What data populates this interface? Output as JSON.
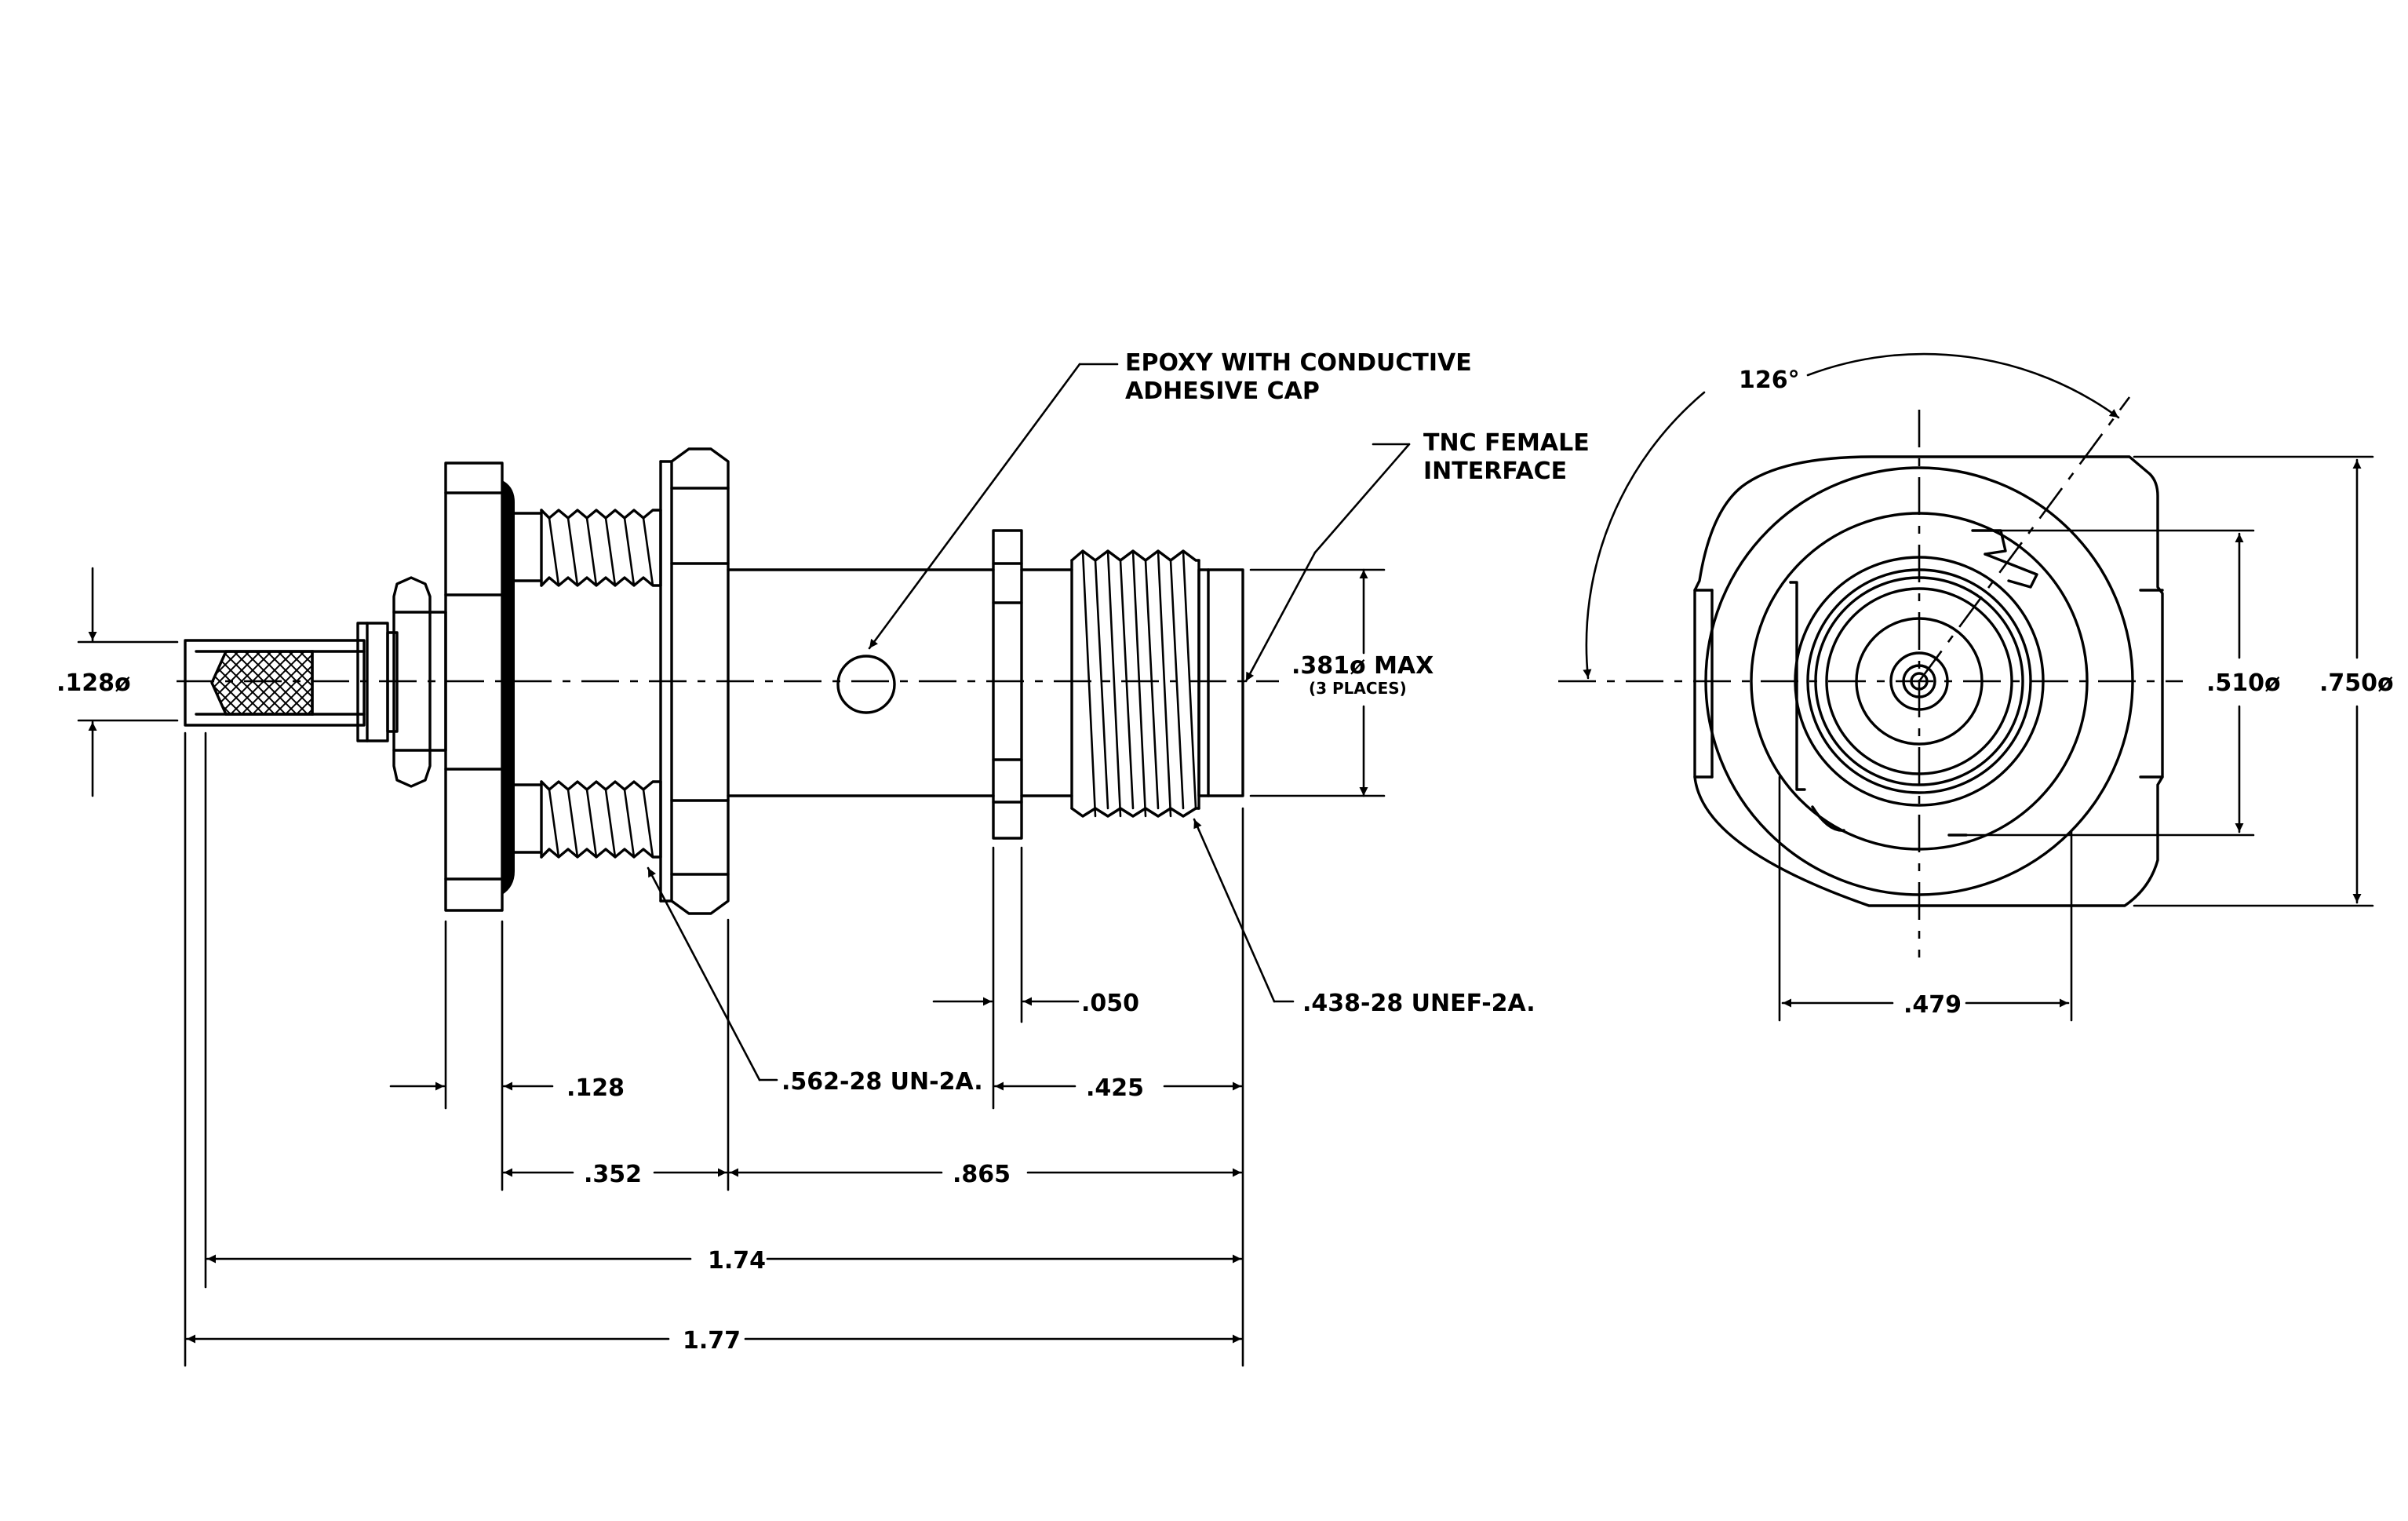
{
  "side_view": {
    "callouts": {
      "epoxy_line1": "EPOXY WITH CONDUCTIVE",
      "epoxy_line2": "ADHESIVE CAP",
      "tnc_line1": "TNC FEMALE",
      "tnc_line2": "INTERFACE",
      "thread_562": ".562-28 UN-2A.",
      "thread_438": ".438-28 UNEF-2A."
    },
    "dimensions": {
      "d128_dia": ".128ø",
      "d381": ".381ø MAX",
      "d381_note": "(3 PLACES)",
      "d050": ".050",
      "d128": ".128",
      "d425": ".425",
      "d352": ".352",
      "d865": ".865",
      "d174": "1.74",
      "d177": "1.77"
    }
  },
  "end_view": {
    "dimensions": {
      "angle": "126°",
      "d510": ".510ø",
      "d750": ".750ø",
      "d479": ".479"
    }
  }
}
